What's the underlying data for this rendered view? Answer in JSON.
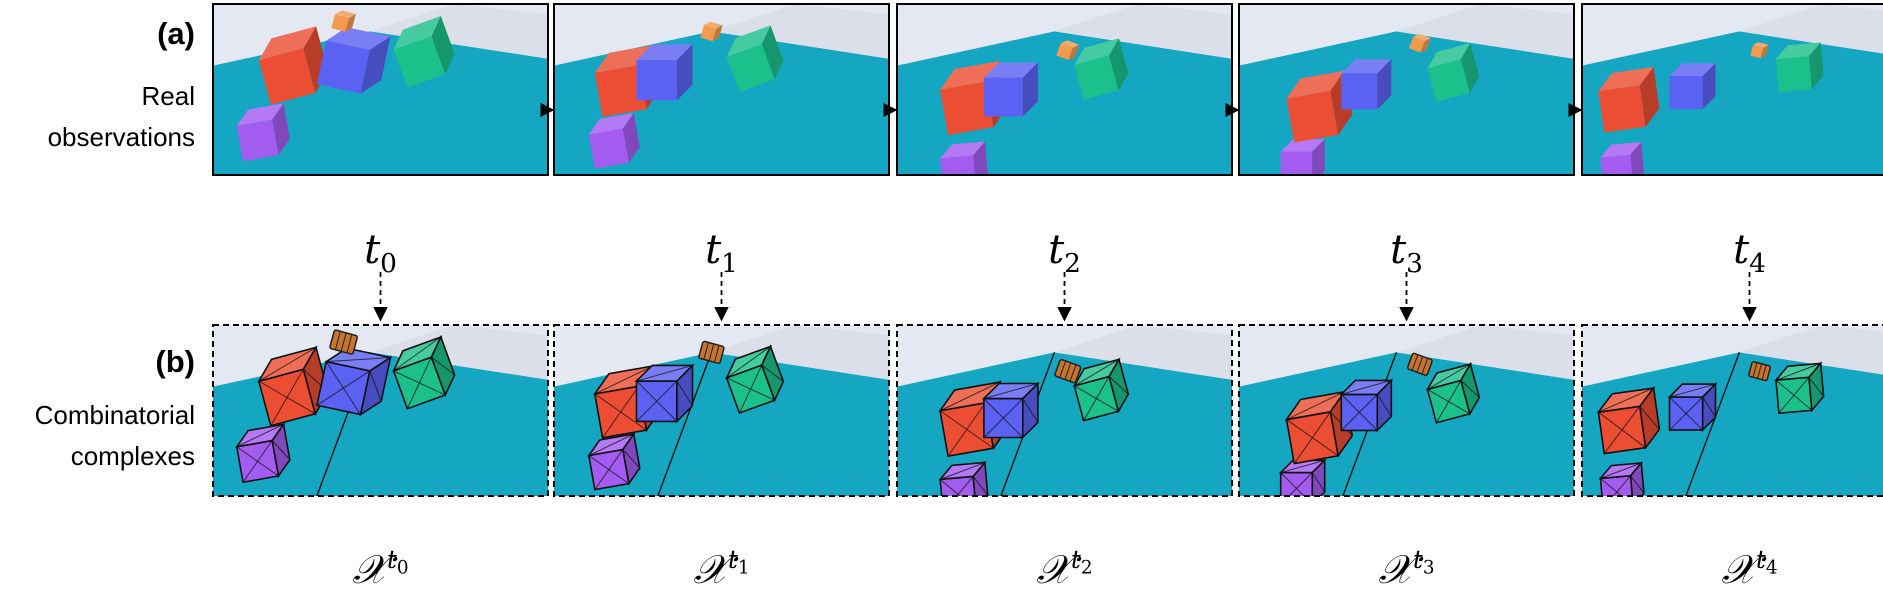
{
  "rows": {
    "a": {
      "tag": "(a)",
      "lines": [
        "Real",
        "observations"
      ]
    },
    "b": {
      "tag": "(b)",
      "lines": [
        "Combinatorial",
        "complexes"
      ]
    }
  },
  "frames": [
    {
      "time_label": "t",
      "time_sub": "0",
      "complex_label": "𝒳",
      "complex_sup_base": "t",
      "complex_sup_sub": "0"
    },
    {
      "time_label": "t",
      "time_sub": "1",
      "complex_label": "𝒳",
      "complex_sup_base": "t",
      "complex_sup_sub": "1"
    },
    {
      "time_label": "t",
      "time_sub": "2",
      "complex_label": "𝒳",
      "complex_sup_base": "t",
      "complex_sup_sub": "2"
    },
    {
      "time_label": "t",
      "time_sub": "3",
      "complex_label": "𝒳",
      "complex_sup_base": "t",
      "complex_sup_sub": "3"
    },
    {
      "time_label": "t",
      "time_sub": "4",
      "complex_label": "𝒳",
      "complex_sup_base": "t",
      "complex_sup_sub": "4"
    }
  ],
  "colors": {
    "floor": "#15a6c2",
    "sky": "#e3e8f3",
    "red_cube": "#ec4e33",
    "blue_cube": "#5b62f3",
    "green_cube": "#1cc08a",
    "purple_cube": "#a45cf0",
    "orange_cube": "#f29a4e",
    "barrel": "#c7742f"
  }
}
